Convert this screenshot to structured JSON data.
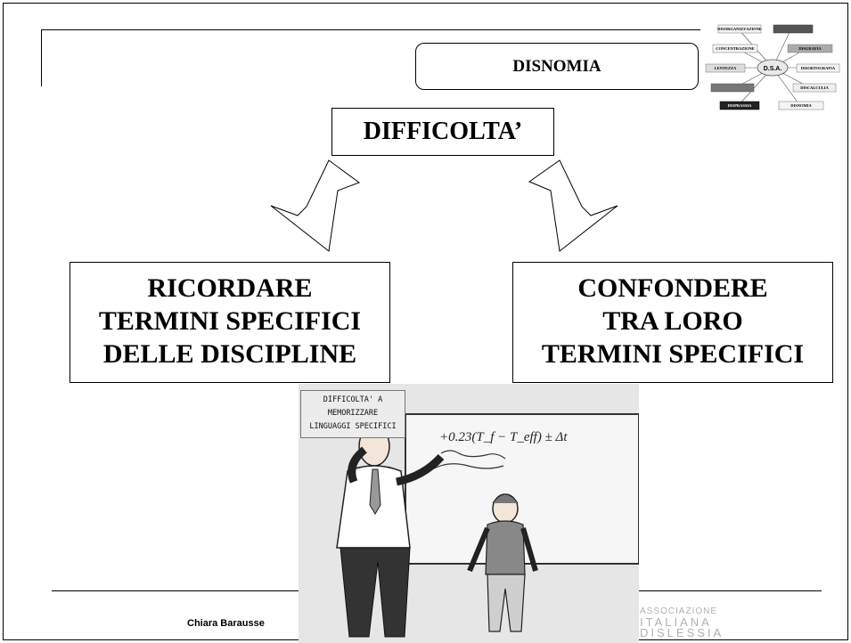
{
  "header": {
    "title": "DISNOMIA"
  },
  "main": {
    "center_label": "DIFFICOLTA’",
    "left_box": {
      "lines": [
        "RICORDARE",
        "TERMINI SPECIFICI",
        "DELLE DISCIPLINE"
      ]
    },
    "right_box": {
      "lines": [
        "CONFONDERE",
        "TRA LORO",
        "TERMINI SPECIFICI"
      ]
    }
  },
  "illustration": {
    "caption_lines": [
      "DIFFICOLTA' A",
      "MEMORIZZARE",
      "LINGUAGGI SPECIFICI"
    ],
    "formula": "+0.23(T_f − T_eff) ± Δt"
  },
  "dsa_diagram": {
    "center": "D.S.A.",
    "items": [
      "DISORGANIZZAZIONE",
      "CONCENTRAZIONE",
      "LENTEZZA",
      "DISGRAFIA",
      "DISORTOGRAFIA",
      "DISCALCULIA",
      "DISPRASSIA",
      "DISNOMIA"
    ]
  },
  "footer": {
    "author": "Chiara Barausse",
    "logo_lines": [
      "ASSOCIAZIONE",
      "ITALIANA",
      "DISLESSIA"
    ]
  }
}
